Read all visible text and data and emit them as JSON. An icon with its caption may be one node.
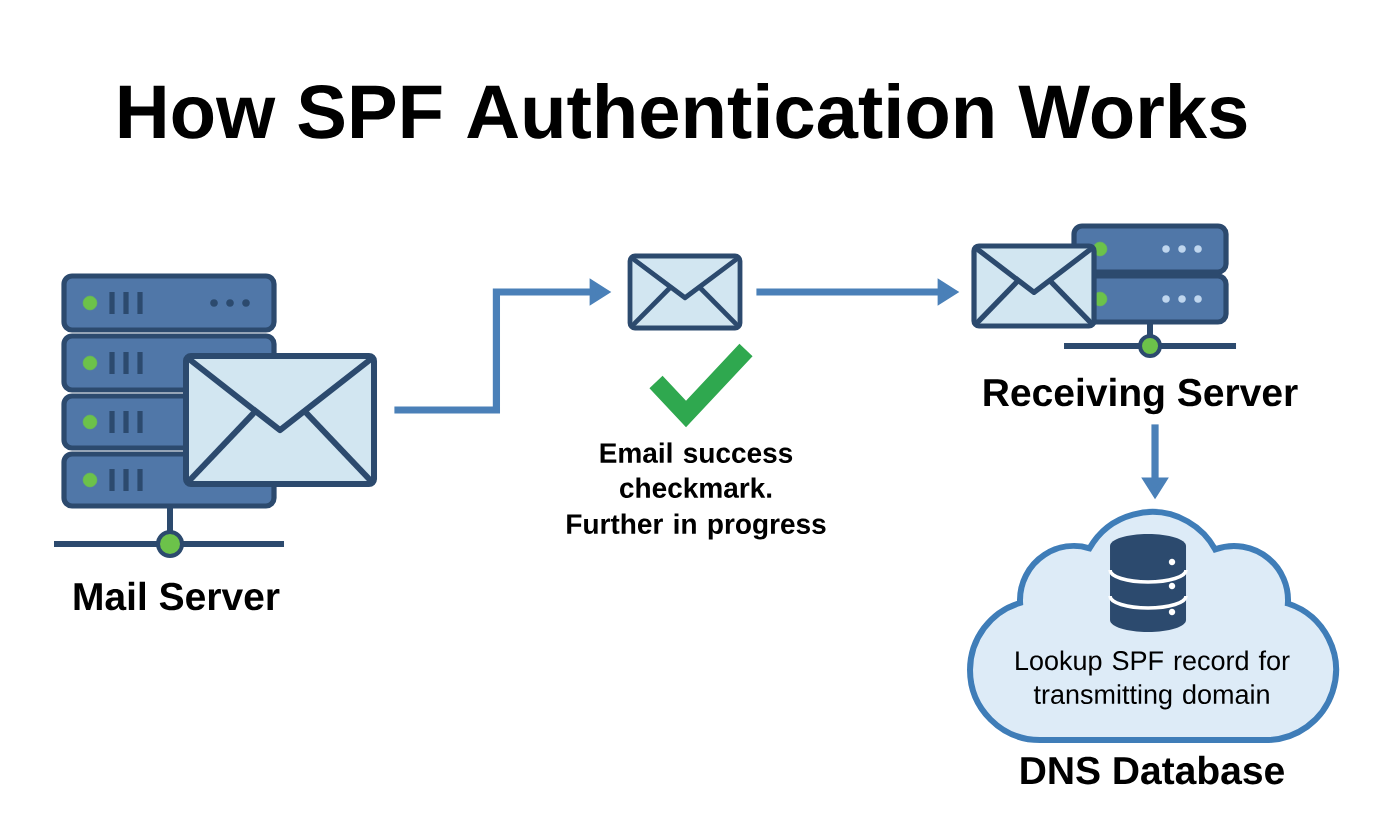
{
  "diagram": {
    "title": "How SPF Authentication Works",
    "nodes": [
      {
        "text": [
          "Mail Server"
        ]
      },
      {
        "text": [],
        "shape": "picture",
        "beside": [
          "Email success checkmark.",
          "Further in progress"
        ]
      },
      {
        "text": [
          "Receiving Server"
        ]
      },
      {
        "text": [
          "Lookup SPF record for transmitting domain",
          "DNS Database"
        ]
      }
    ],
    "edges": [
      {
        "from": 0,
        "to": 1,
        "arrow": "to"
      },
      {
        "from": 1,
        "to": 2,
        "arrow": "to"
      },
      {
        "from": 2,
        "to": 3,
        "arrow": "to"
      }
    ]
  }
}
